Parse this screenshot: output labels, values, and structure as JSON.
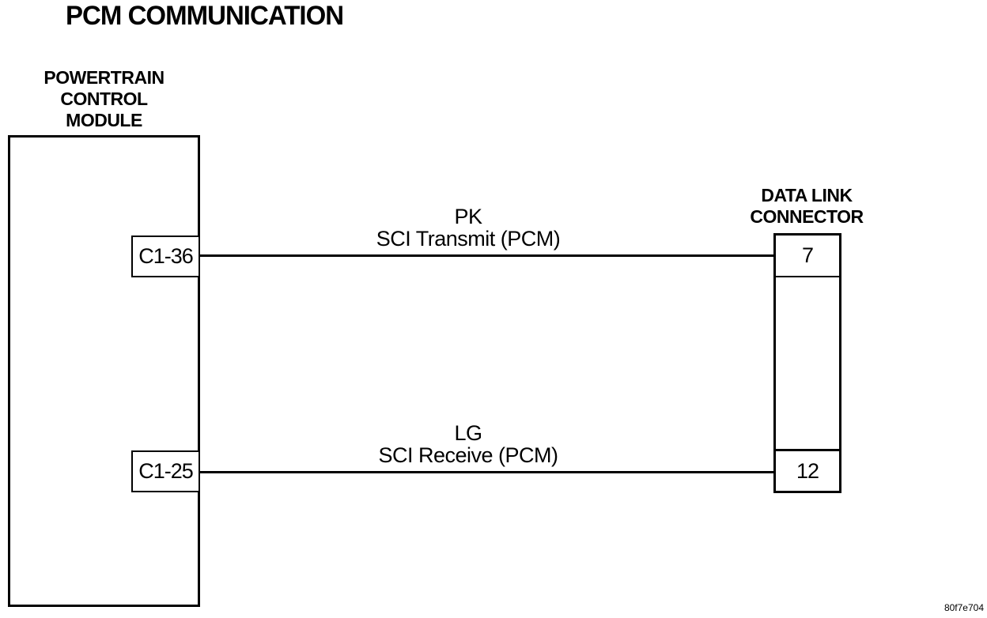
{
  "diagram": {
    "title": "PCM COMMUNICATION",
    "figure_code": "80f7e704",
    "colors": {
      "line": "#000000",
      "background": "#ffffff"
    },
    "pcm": {
      "label_lines": [
        "POWERTRAIN",
        "CONTROL",
        "MODULE"
      ],
      "pins": [
        {
          "id": "C1-36"
        },
        {
          "id": "C1-25"
        }
      ]
    },
    "dlc": {
      "label_lines": [
        "DATA LINK",
        "CONNECTOR"
      ],
      "pins": [
        {
          "id": "7"
        },
        {
          "id": "12"
        }
      ]
    },
    "wires": [
      {
        "color_code": "PK",
        "signal": "SCI Transmit (PCM)",
        "from_pin": "C1-36",
        "to_pin": "7"
      },
      {
        "color_code": "LG",
        "signal": "SCI Receive (PCM)",
        "from_pin": "C1-25",
        "to_pin": "12"
      }
    ]
  }
}
